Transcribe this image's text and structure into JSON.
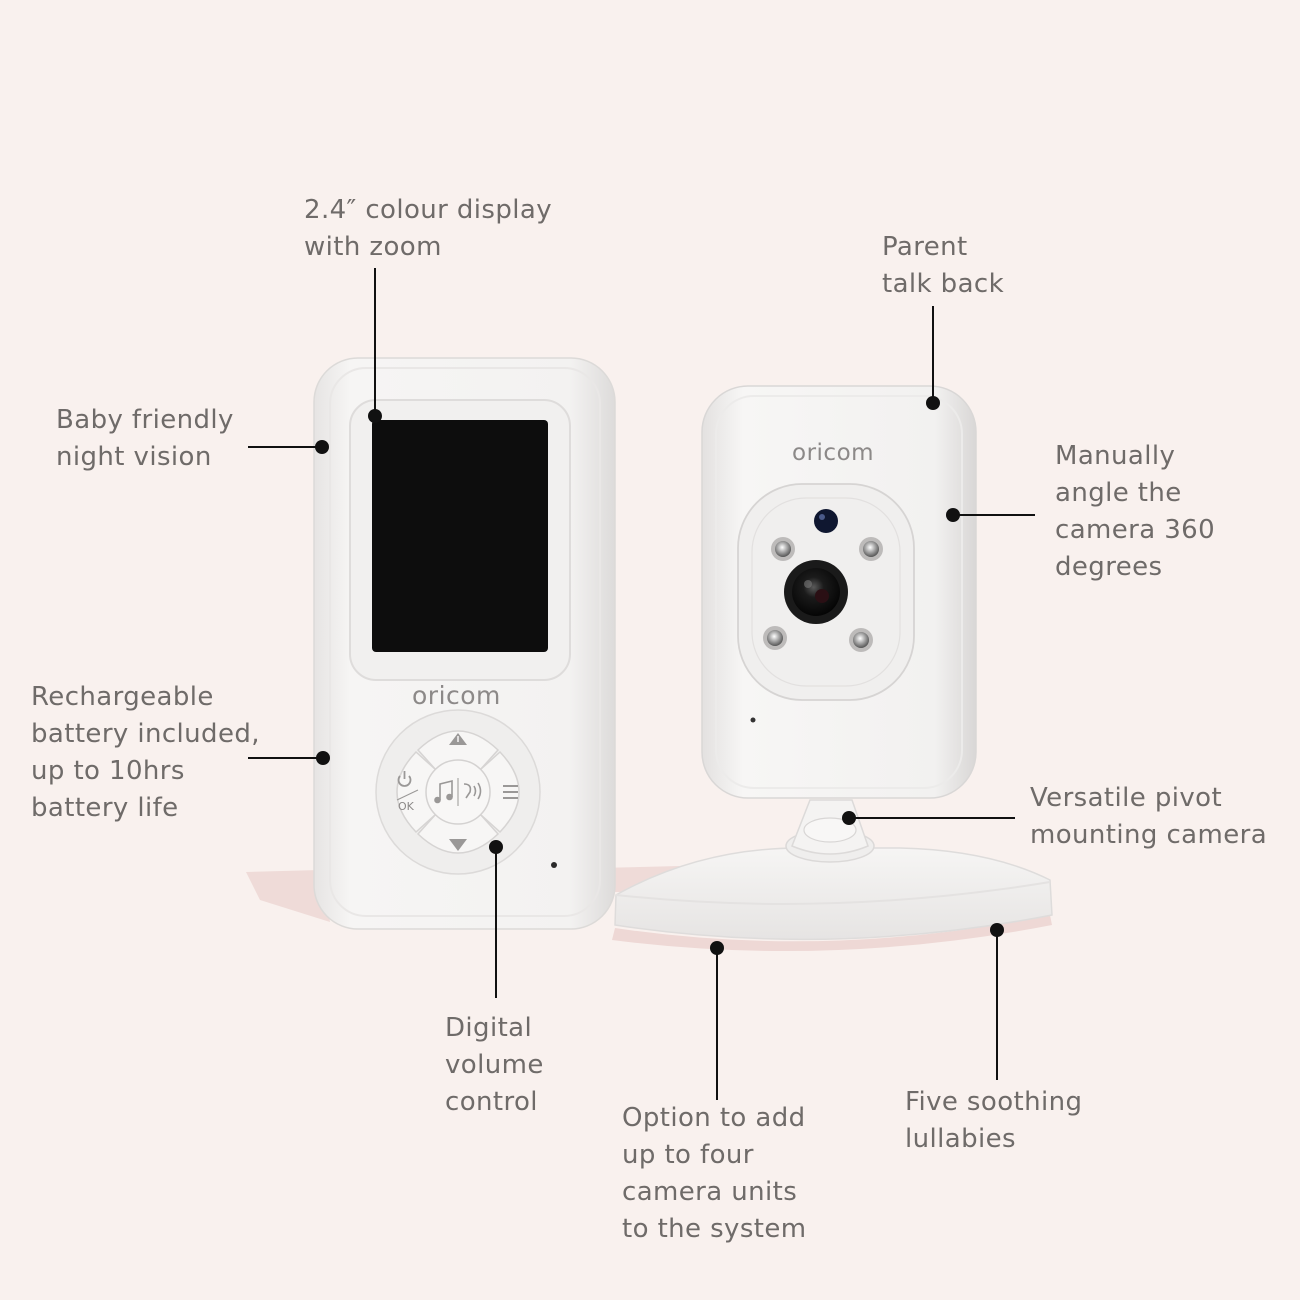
{
  "product": {
    "monitor_brand": "oricom",
    "camera_brand": "oricom",
    "ok_key": "OK"
  },
  "callouts": {
    "display": [
      "2.4″ colour display",
      "with zoom"
    ],
    "night_vision": [
      "Baby friendly",
      "night vision"
    ],
    "battery": [
      "Rechargeable",
      "battery included,",
      "up to 10hrs",
      "battery life"
    ],
    "volume": [
      "Digital",
      "volume",
      "control"
    ],
    "talk_back": [
      "Parent",
      "talk back"
    ],
    "angle": [
      "Manually",
      "angle the",
      "camera 360",
      "degrees"
    ],
    "pivot": [
      "Versatile pivot",
      "mounting camera"
    ],
    "add_units": [
      "Option to add",
      "up to four",
      "camera units",
      "to the system"
    ],
    "lullabies": [
      "Five soothing",
      "lullabies"
    ]
  },
  "colors": {
    "background": "#f9f1ee",
    "label_text": "#6f6b69",
    "device_white": "#f4f3f2",
    "screen": "#0d0d0d",
    "leader": "#111111"
  },
  "icons": [
    "up-arrow-icon",
    "down-arrow-icon",
    "power-icon",
    "menu-icon",
    "lullaby-talk-icon"
  ]
}
